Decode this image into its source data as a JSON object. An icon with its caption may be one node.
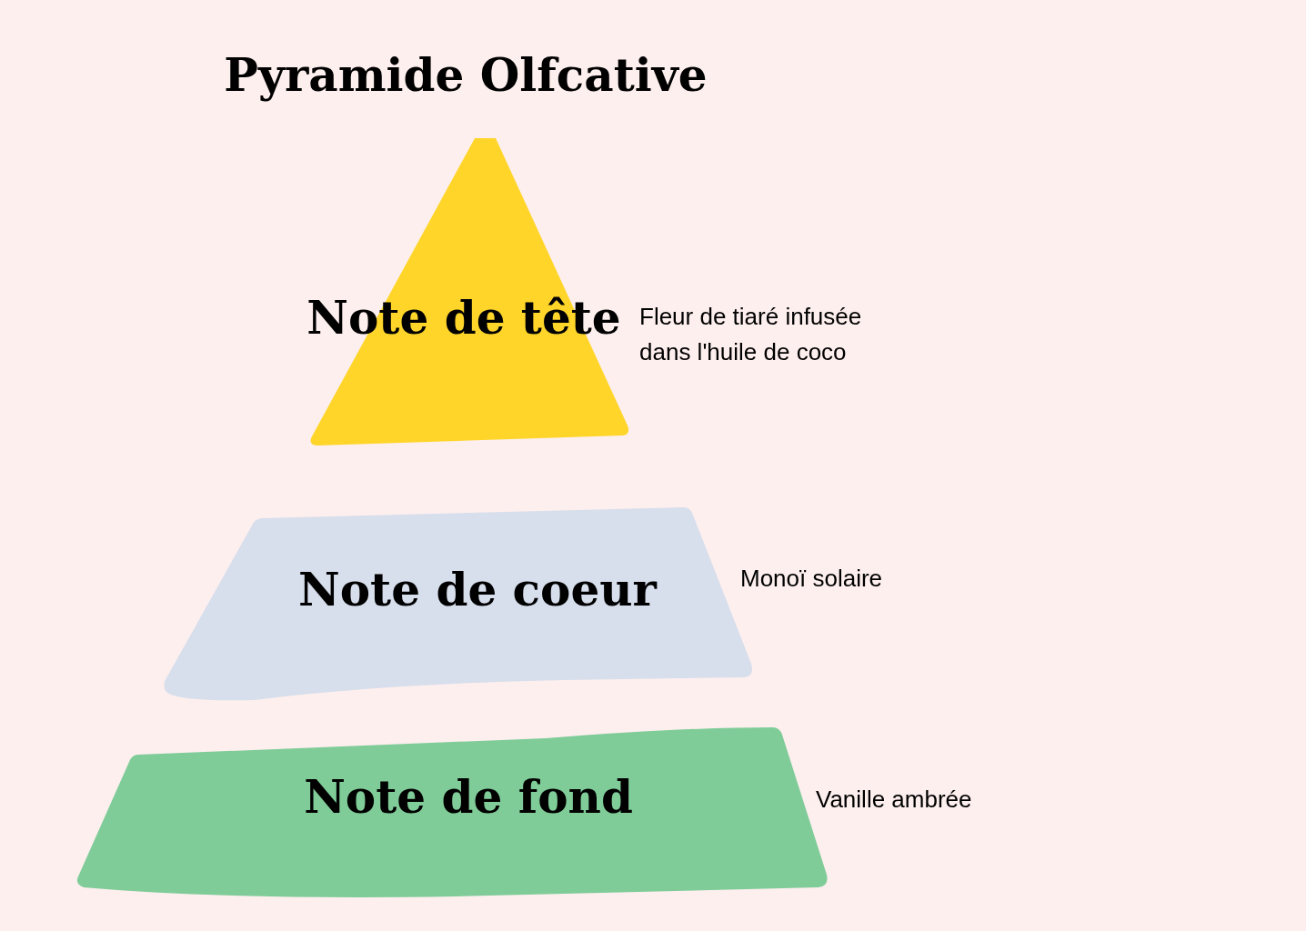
{
  "diagram": {
    "title": "Pyramide Olfcative",
    "nodes": [
      {
        "text": [
          "Note de tête"
        ],
        "beside": [
          "Fleur de tiaré infusée dans l'huile de coco"
        ]
      },
      {
        "text": [
          "Note de coeur"
        ],
        "beside": [
          "Monoï solaire"
        ]
      },
      {
        "text": [
          "Note de fond"
        ],
        "beside": [
          "Vanille ambrée"
        ]
      }
    ]
  }
}
